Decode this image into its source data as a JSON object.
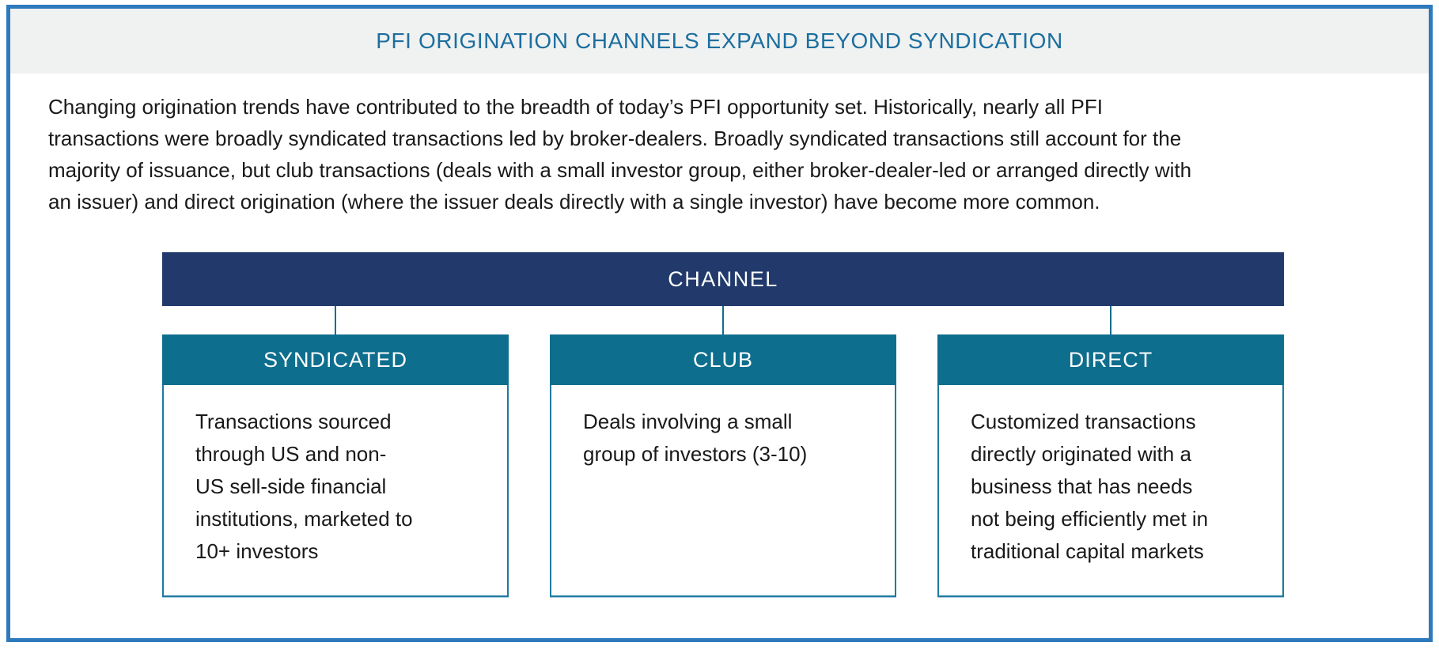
{
  "figure": {
    "title": "PFI ORIGINATION CHANNELS EXPAND BEYOND SYNDICATION",
    "intro_text": "Changing origination trends have contributed to the breadth of today’s PFI opportunity set. Historically, nearly all PFI\ntransactions were broadly syndicated transactions led by broker-dealers. Broadly syndicated transactions still account for the\nmajority of issuance, but club transactions (deals with a small investor group, either broker-dealer-led or arranged directly with\nan issuer) and direct origination (where the issuer deals directly with a single investor) have become more common."
  },
  "diagram": {
    "root_label": "CHANNEL",
    "channels": [
      {
        "label": "SYNDICATED",
        "description": "Transactions sourced\nthrough US and non-\nUS sell-side financial\ninstitutions, marketed to\n10+ investors"
      },
      {
        "label": "CLUB",
        "description": "Deals involving a small\ngroup of investors (3-10)"
      },
      {
        "label": "DIRECT",
        "description": "Customized transactions\ndirectly originated with a\nbusiness that has needs\nnot being efficiently met in\ntraditional capital markets"
      }
    ]
  },
  "colors": {
    "frame_border": "#2e7abd",
    "title_band_background": "#f0f1f1",
    "title_text": "#1c6f9e",
    "root_bar_background": "#213a6b",
    "channel_header_background": "#0e6e8e",
    "card_border": "#1e7aa0",
    "body_text": "#191919"
  }
}
